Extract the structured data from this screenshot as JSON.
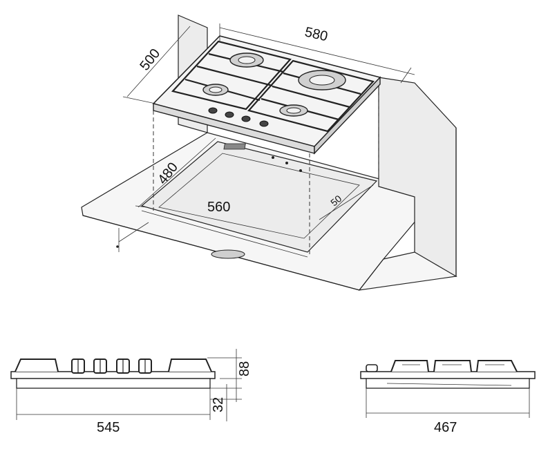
{
  "dimensions": {
    "width_top": "580",
    "depth_top": "500",
    "cutout_depth": "480",
    "cutout_width": "560",
    "edge_offset": "50",
    "side_width": "545",
    "height_total": "88",
    "height_base": "32",
    "side_depth": "467"
  }
}
